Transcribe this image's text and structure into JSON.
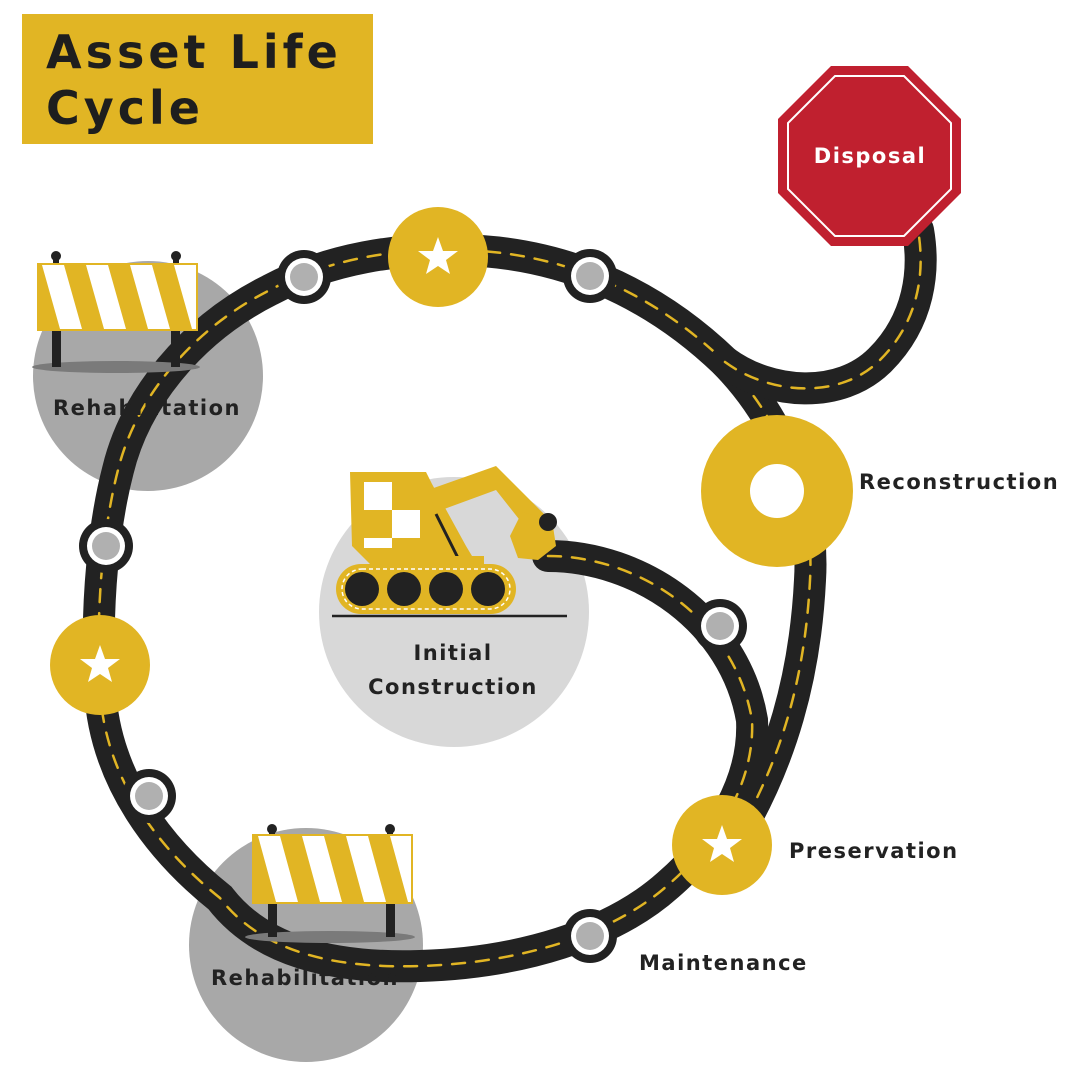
{
  "title": {
    "line1": "Asset Life",
    "line2": "Cycle"
  },
  "stages": {
    "disposal": "Disposal",
    "reconstruction": "Reconstruction",
    "preservation": "Preservation",
    "maintenance": "Maintenance",
    "initial_line1": "Initial",
    "initial_line2": "Construction",
    "rehab_top": "Rehabilitation",
    "rehab_bottom": "Rehabilitation"
  },
  "colors": {
    "yellow": "#e1b524",
    "road": "#222222",
    "stop_red": "#c0202f",
    "grey_circle": "#a8a8a8",
    "light_circle": "#d8d8d8"
  }
}
